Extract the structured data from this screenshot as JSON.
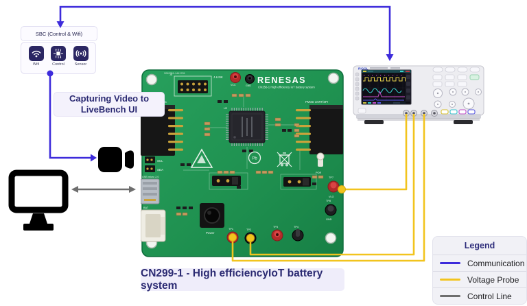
{
  "colors": {
    "communication": "#3d2bdb",
    "voltage_probe": "#f2c41e",
    "control_line": "#6e6e6e",
    "heading_text": "#2b2a72",
    "icon_tile": "#2b2663",
    "pcb_green": "#1f9150"
  },
  "sbc": {
    "title": "SBC (Control & Wifi)",
    "icons": [
      {
        "name": "wifi",
        "label": "Wifi"
      },
      {
        "name": "control",
        "label": "Control"
      },
      {
        "name": "sensor",
        "label": "Sensor"
      }
    ]
  },
  "notes": {
    "capture": "Capturing Video to LiveBench UI"
  },
  "board": {
    "serial": "3262951-1441781",
    "brand": "RENESAS",
    "subtitle": "CN256-1 High efficiency IoT battery system",
    "labels": {
      "jlink": "J-LINK",
      "j8": "J8",
      "u2": "U2",
      "vcc": "VCC",
      "gnd": "GND",
      "pmod_left": "PMOD IC",
      "pmod_right": "PMOD UART/SPI",
      "scl": "SCL",
      "sda": "SDA",
      "usb": "USB micro 2.0",
      "bat": "BAT",
      "power": "Power",
      "tp1": "TP1",
      "tp2": "TP2",
      "tp3": "TP3",
      "tp4": "TP4",
      "tp7": "TP7",
      "tp8": "TP8",
      "por": "POR",
      "vlo": "VLO",
      "gnd2": "GND",
      "pb": "Pb"
    }
  },
  "scope": {
    "brand": "RIGOL"
  },
  "caption": "CN299-1 - High efficiencyIoT battery system",
  "legend": {
    "title": "Legend",
    "items": [
      {
        "label": "Communication",
        "color": "#3d2bdb"
      },
      {
        "label": "Voltage Probe",
        "color": "#f2c41e"
      },
      {
        "label": "Control Line",
        "color": "#6e6e6e"
      }
    ]
  }
}
